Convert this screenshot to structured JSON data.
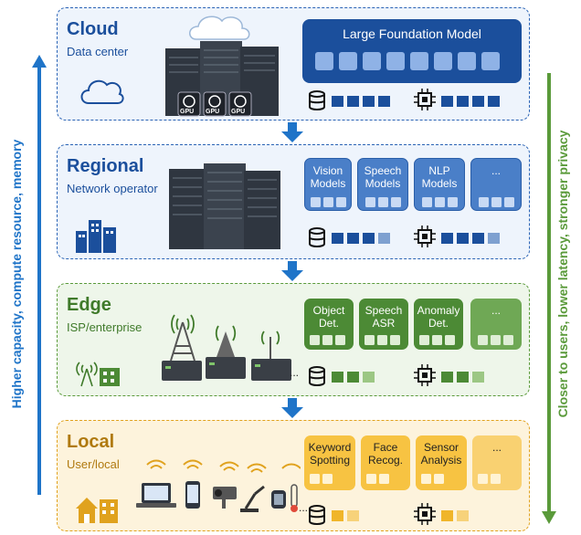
{
  "left_axis_label": "Higher capacity, compute resource, memory",
  "right_axis_label": "Closer to users, lower latency, stronger privacy",
  "colors": {
    "cloud": "#1b4f9c",
    "regional": "#1b4f9c",
    "edge": "#4c8a35",
    "local": "#e0a21e",
    "arrow_left": "#1f74c8",
    "arrow_right": "#5a9a3a"
  },
  "tiers": [
    {
      "title": "Cloud",
      "subtitle": "Data center",
      "icon": "cloud-icon"
    },
    {
      "title": "Regional",
      "subtitle": "Network operator",
      "icon": "buildings-icon"
    },
    {
      "title": "Edge",
      "subtitle": "ISP/enterprise",
      "icon": "antenna-building-icon"
    },
    {
      "title": "Local",
      "subtitle": "User/local",
      "icon": "home-icon"
    }
  ],
  "cloud": {
    "model": "Large Foundation Model",
    "gpu_label": "GPU"
  },
  "regional": {
    "models": [
      "Vision\nModels",
      "Speech\nModels",
      "NLP\nModels",
      "..."
    ]
  },
  "edge": {
    "models": [
      "Object\nDet.",
      "Speech\nASR",
      "Anomaly\nDet.",
      "..."
    ],
    "ellipsis": "..."
  },
  "local": {
    "models": [
      "Keyword\nSpotting",
      "Face\nRecog.",
      "Sensor\nAnalysis",
      "..."
    ],
    "ellipsis": "..."
  }
}
